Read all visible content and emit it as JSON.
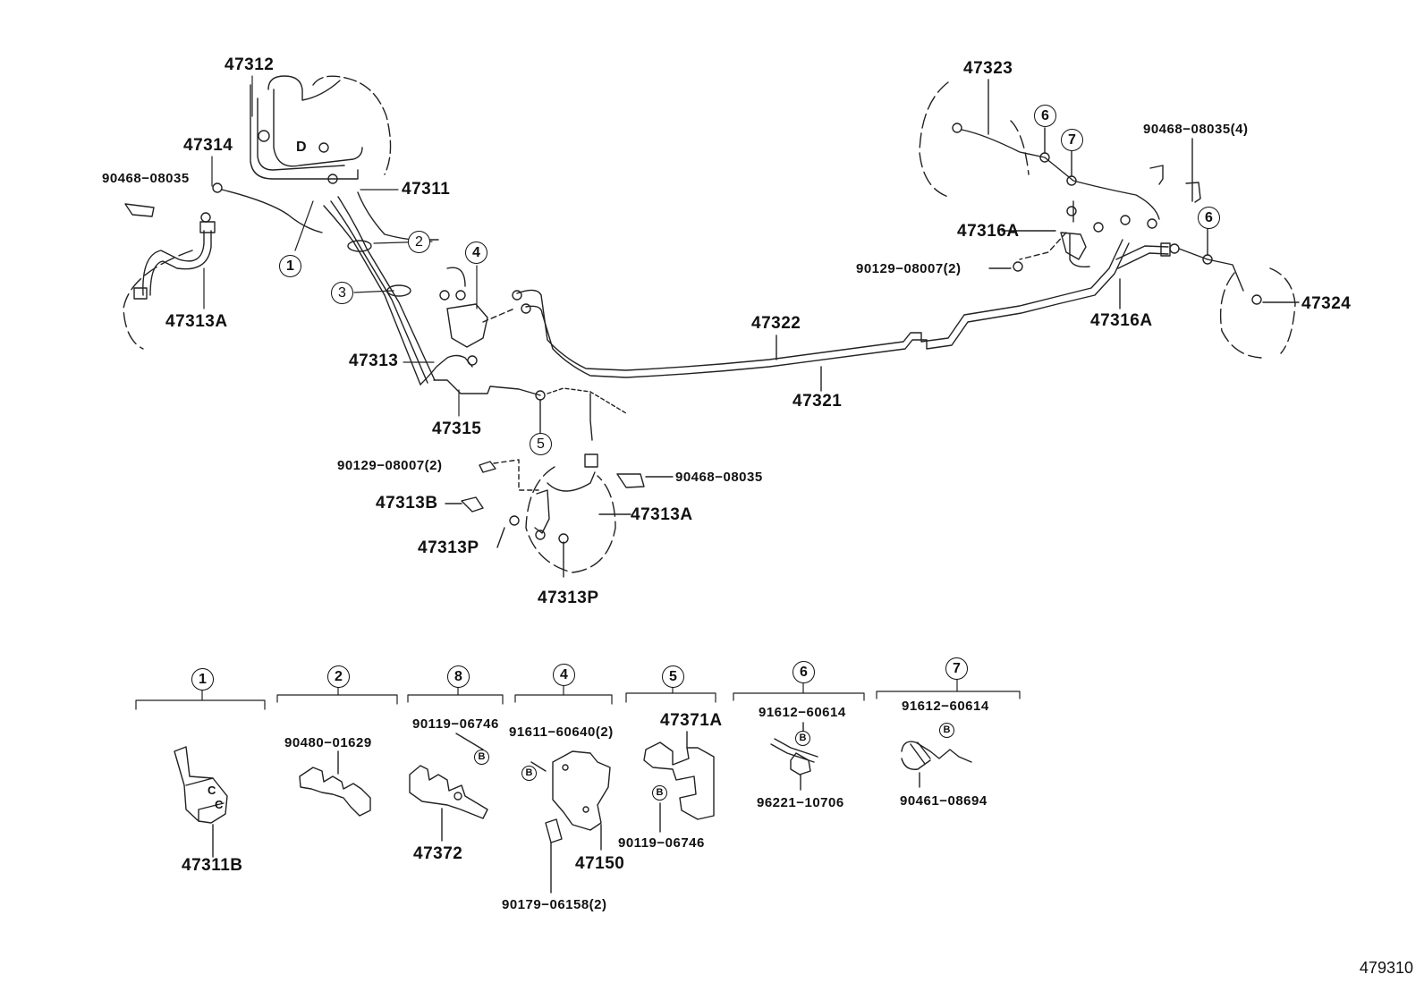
{
  "parts": {
    "p47312": "47312",
    "p47314": "47314",
    "p90468_a": "90468−08035",
    "p47311": "47311",
    "p47313A_left": "47313A",
    "p47313": "47313",
    "p47315": "47315",
    "p47322": "47322",
    "p47321": "47321",
    "p90129_a": "90129−08007(2)",
    "p47313B": "47313B",
    "p47313P_a": "47313P",
    "p47313P_b": "47313P",
    "p90468_b": "90468−08035",
    "p47313A_center": "47313A",
    "p47323": "47323",
    "p90468_c": "90468−08035(4)",
    "p47316A_a": "47316A",
    "p90129_b": "90129−08007(2)",
    "p47316A_b": "47316A",
    "p47324": "47324"
  },
  "callouts": {
    "c1": "1",
    "c2": "2",
    "c3": "3",
    "c4": "4",
    "c5": "5",
    "c6a": "6",
    "c6b": "6",
    "c7": "7"
  },
  "details": [
    {
      "ref": "1",
      "parts": [
        "47311B"
      ]
    },
    {
      "ref": "2",
      "parts": [
        "90480−01629"
      ]
    },
    {
      "ref": "8",
      "parts": [
        "90119−06746",
        "47372"
      ]
    },
    {
      "ref": "4",
      "parts": [
        "91611−60640(2)",
        "47150",
        "90179−06158(2)"
      ]
    },
    {
      "ref": "5",
      "parts": [
        "47371A",
        "90119−06746"
      ]
    },
    {
      "ref": "6",
      "parts": [
        "91612−60614",
        "96221−10706"
      ]
    },
    {
      "ref": "7",
      "parts": [
        "91612−60614",
        "90461−08694"
      ]
    }
  ],
  "marker_letter": "B",
  "illustration_letters": {
    "d": "D",
    "c1": "C",
    "c2": "C"
  },
  "figure_id": "479310"
}
